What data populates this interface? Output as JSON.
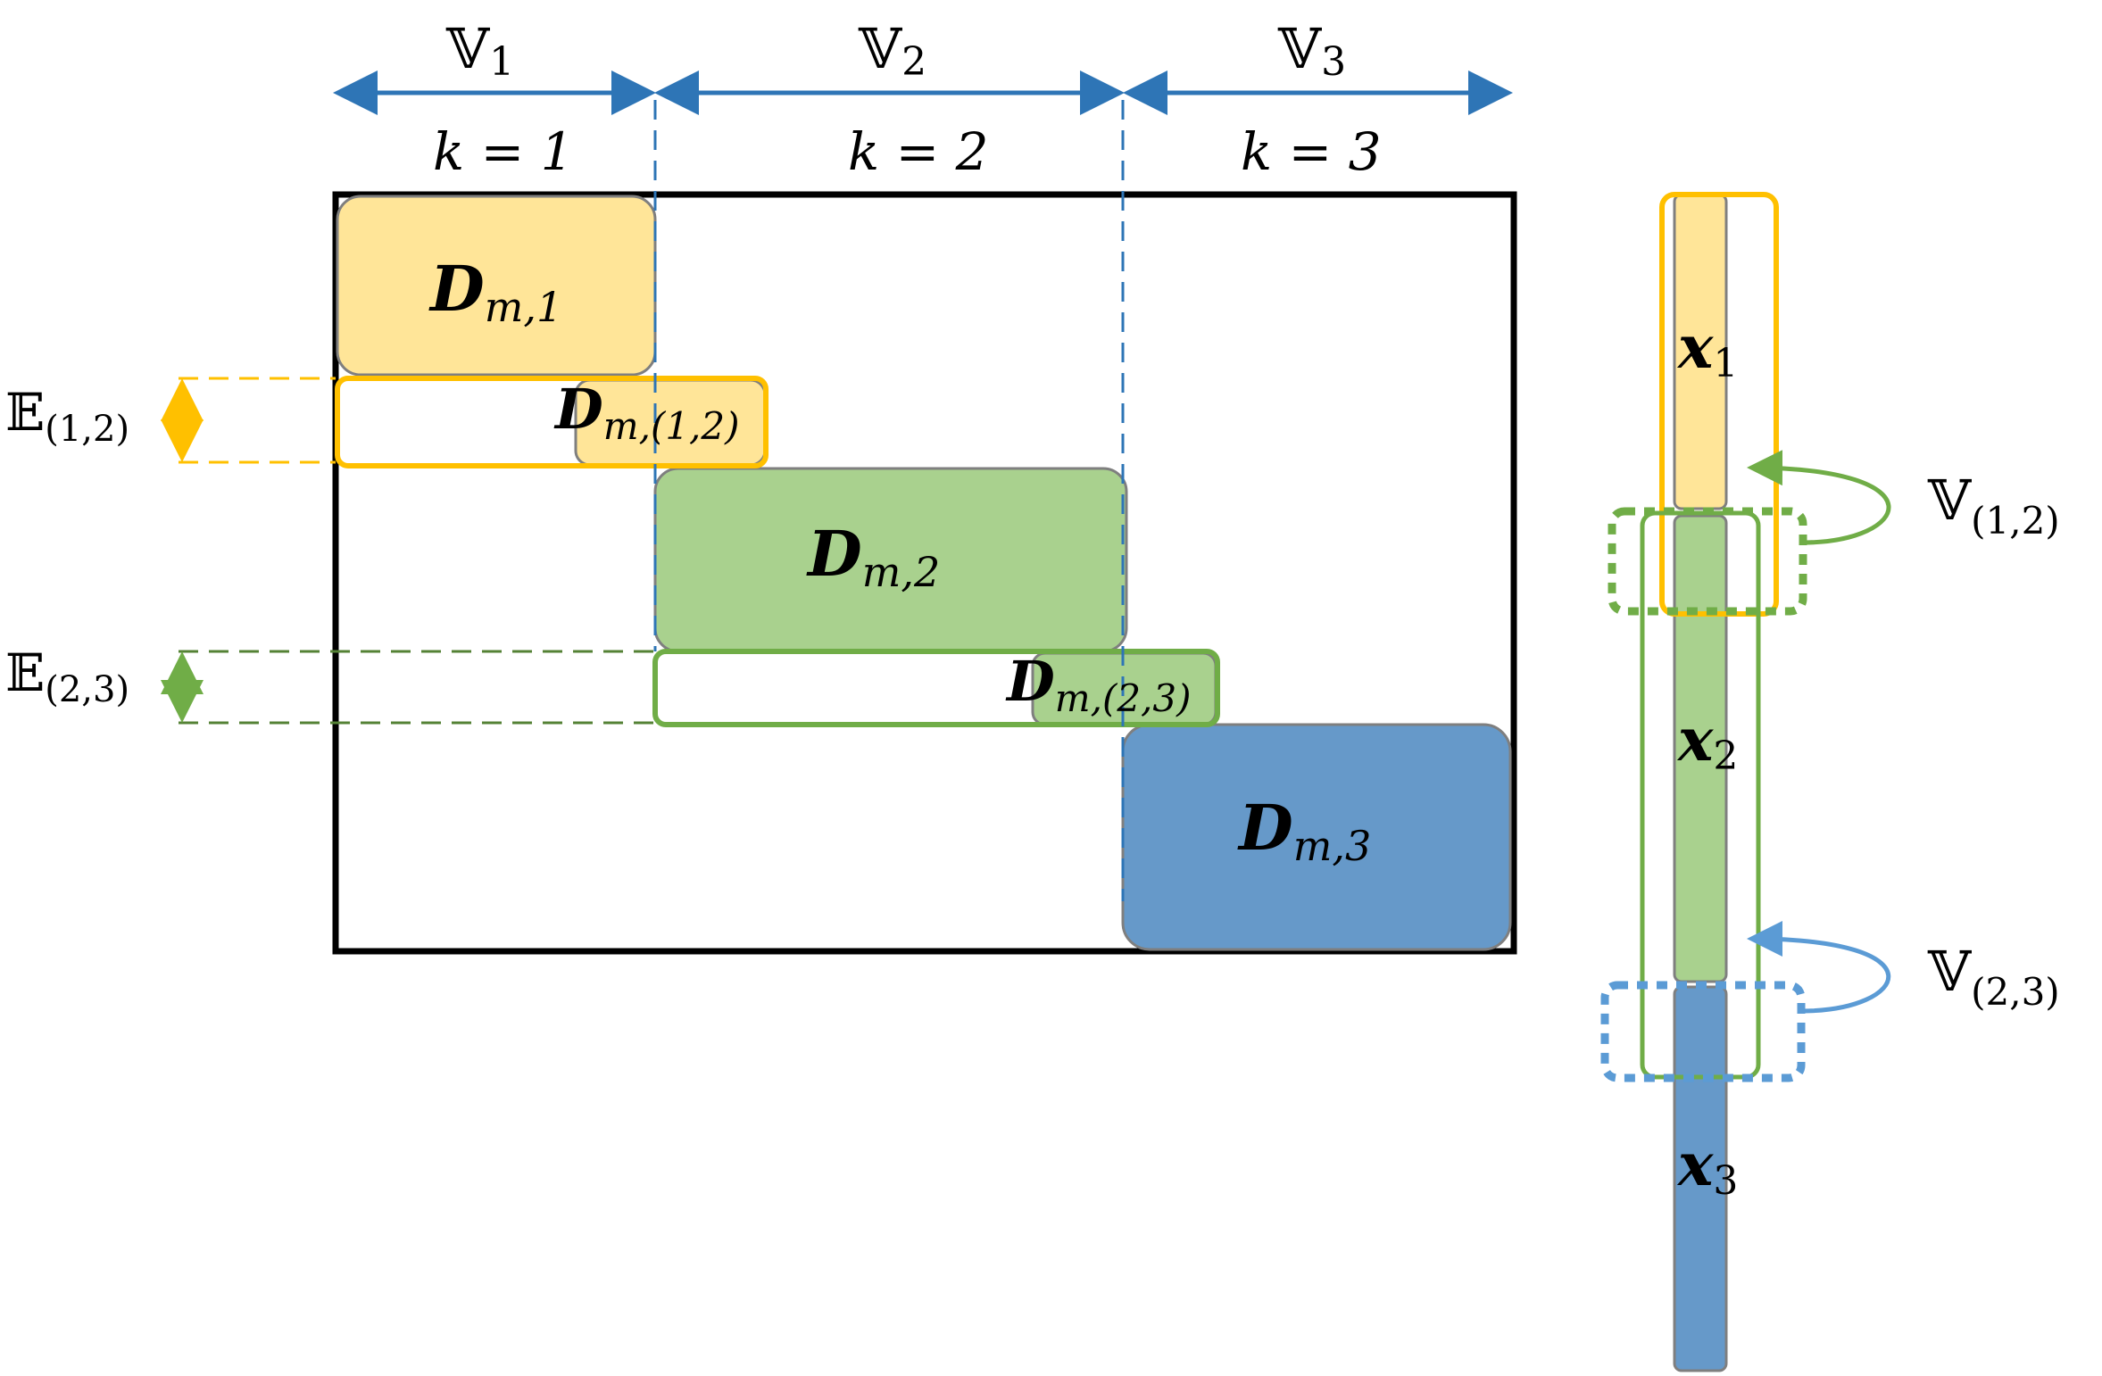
{
  "colors": {
    "blue": "#2e75b6",
    "blue_fill": "#6699c9",
    "blue_light": "#5b9bd5",
    "yellow_fill": "#ffe598",
    "yellow_border": "#ffc000",
    "green_fill": "#a9d18e",
    "green_border": "#70ad47",
    "green_dark": "#548235",
    "black": "#000000",
    "gray": "#7f7f7f"
  },
  "top": {
    "v1": {
      "base": "𝕍",
      "sub": "1"
    },
    "v2": {
      "base": "𝕍",
      "sub": "2"
    },
    "v3": {
      "base": "𝕍",
      "sub": "3"
    },
    "k1": "k = 1",
    "k2": "k = 2",
    "k3": "k = 3"
  },
  "blocks": {
    "d1": {
      "base": "D",
      "sub": "m,1"
    },
    "d12": {
      "base": "D",
      "sub": "m,(1,2)"
    },
    "d2": {
      "base": "D",
      "sub": "m,2"
    },
    "d23": {
      "base": "D",
      "sub": "m,(2,3)"
    },
    "d3": {
      "base": "D",
      "sub": "m,3"
    }
  },
  "edges": {
    "e12": {
      "base": "𝔼",
      "sub": "(1,2)"
    },
    "e23": {
      "base": "𝔼",
      "sub": "(2,3)"
    }
  },
  "vector": {
    "x1": {
      "base": "x",
      "sub": "1"
    },
    "x2": {
      "base": "x",
      "sub": "2"
    },
    "x3": {
      "base": "x",
      "sub": "3"
    },
    "v12": {
      "base": "𝕍",
      "sub": "(1,2)"
    },
    "v23": {
      "base": "𝕍",
      "sub": "(2,3)"
    }
  }
}
